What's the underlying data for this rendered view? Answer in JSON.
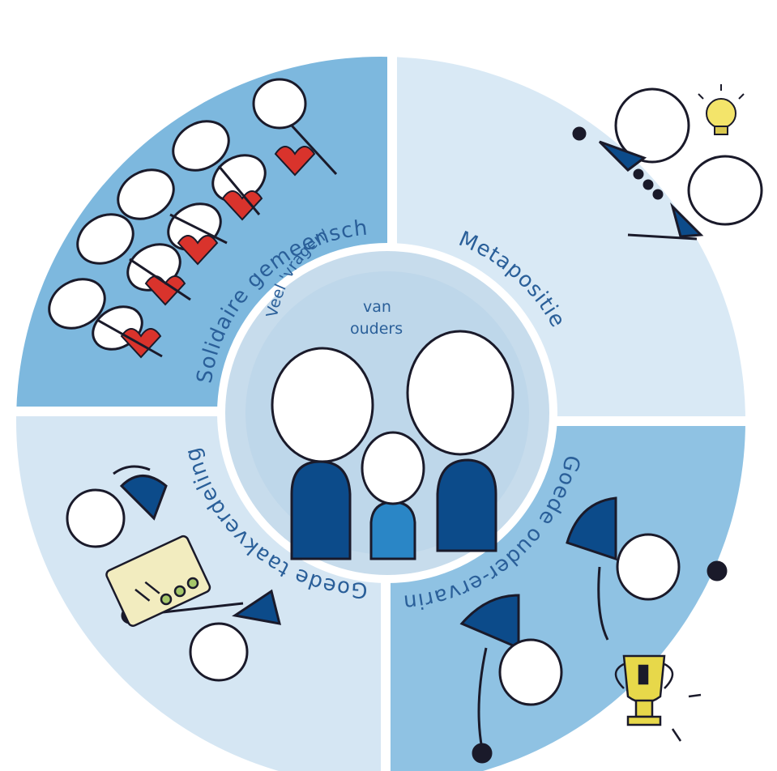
{
  "center": {
    "title_line1": "Veel 'vragen'",
    "title_line2": "van",
    "title_line3": "ouders"
  },
  "quadrants": {
    "top_left": {
      "label": "Solidaire gemeenschap"
    },
    "top_right": {
      "label": "Metapositie"
    },
    "bottom_right": {
      "label": "Goede ouder-ervaring"
    },
    "bottom_left": {
      "label": "Goede taakverdeling"
    }
  },
  "colors": {
    "ring_light": "#d9e9f5",
    "ring_mid": "#a9cde8",
    "ring_dark": "#7db8de",
    "center_disc": "#c7dcec",
    "figure_dark": "#0c4b8a",
    "figure_mid": "#2a86c6",
    "line": "#1a1a2a",
    "heart": "#d9332c",
    "bulb": "#f3e46a",
    "trophy": "#e7d84a"
  },
  "icons": [
    "heart-icon",
    "lightbulb-icon",
    "trophy-icon",
    "checklist-icon"
  ]
}
